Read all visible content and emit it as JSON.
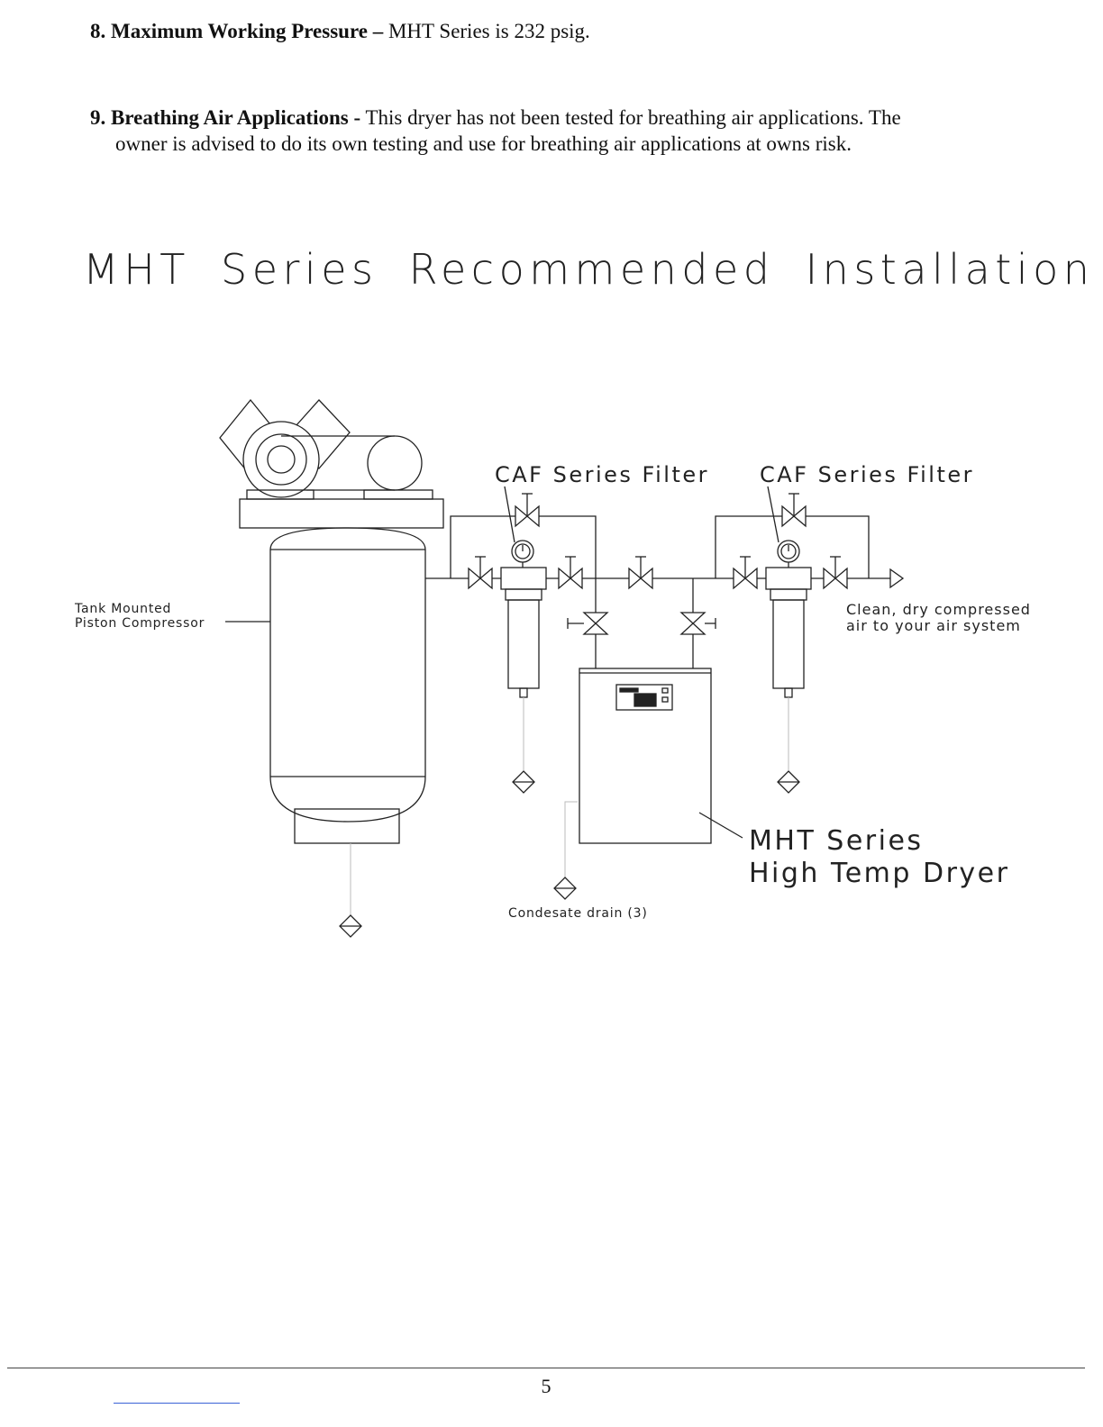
{
  "items": [
    {
      "number_label": "8. Maximum Working Pressure –",
      "text": " MHT Series is 232 psig."
    },
    {
      "number_label": "9. Breathing Air Applications -",
      "text": " This dryer has not been tested for breathing air applications. The",
      "continuation": "owner is advised to do its own testing and use for breathing air applications at owns risk."
    }
  ],
  "diagram": {
    "title": "MHT Series Recommended Installation",
    "labels": {
      "filter_1": "CAF Series Filter",
      "filter_2": "CAF Series Filter",
      "compressor_line1": "Tank Mounted",
      "compressor_line2": "Piston Compressor",
      "outlet_line1": "Clean, dry compressed",
      "outlet_line2": "air to your air system",
      "dryer_line1": "MHT Series",
      "dryer_line2": "High Temp Dryer",
      "drain": "Condesate drain (3)"
    }
  },
  "footer": {
    "page_number": "5"
  }
}
